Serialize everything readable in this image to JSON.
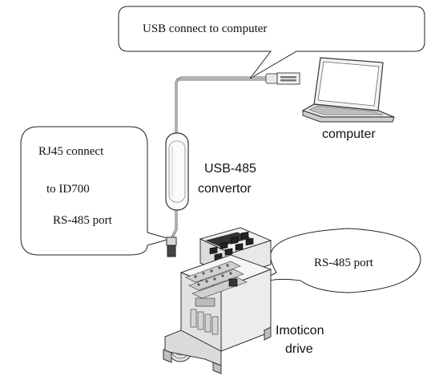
{
  "callouts": {
    "usb": "USB connect to computer",
    "rj45_line1": "RJ45 connect",
    "rj45_line2": "to ID700",
    "rj45_line3": "RS-485 port",
    "rs485": "RS-485 port"
  },
  "labels": {
    "computer": "computer",
    "converter_line1": "USB-485",
    "converter_line2": "convertor",
    "drive_line1": "Imoticon",
    "drive_line2": "drive"
  }
}
